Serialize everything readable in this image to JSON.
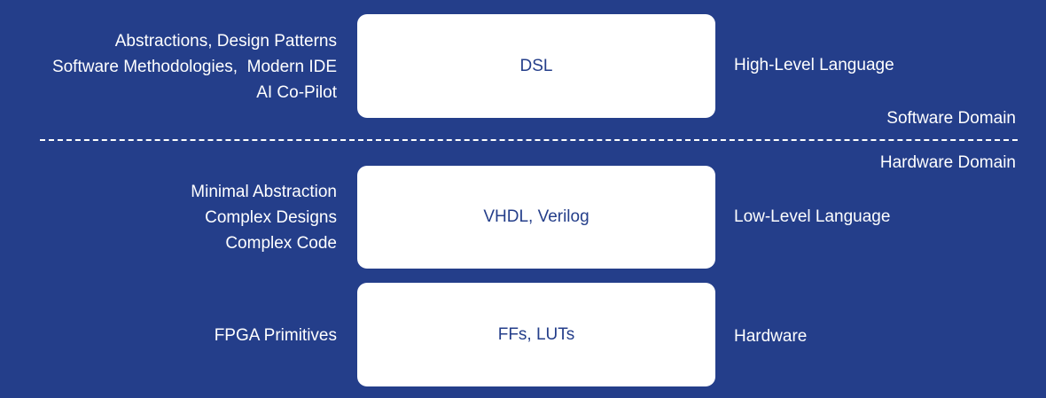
{
  "layers": [
    {
      "box": "DSL",
      "left": [
        "Abstractions, Design Patterns",
        "Software Methodologies,  Modern IDE",
        "AI Co-Pilot"
      ],
      "right": "High-Level Language"
    },
    {
      "box": "VHDL, Verilog",
      "left": [
        "Minimal Abstraction",
        "Complex Designs",
        "Complex Code"
      ],
      "right": "Low-Level Language"
    },
    {
      "box": "FFs, LUTs",
      "left": [
        "FPGA Primitives"
      ],
      "right": "Hardware"
    }
  ],
  "domains": {
    "software": "Software Domain",
    "hardware": "Hardware Domain"
  },
  "colors": {
    "background": "#243e8a",
    "box": "#ffffff"
  }
}
